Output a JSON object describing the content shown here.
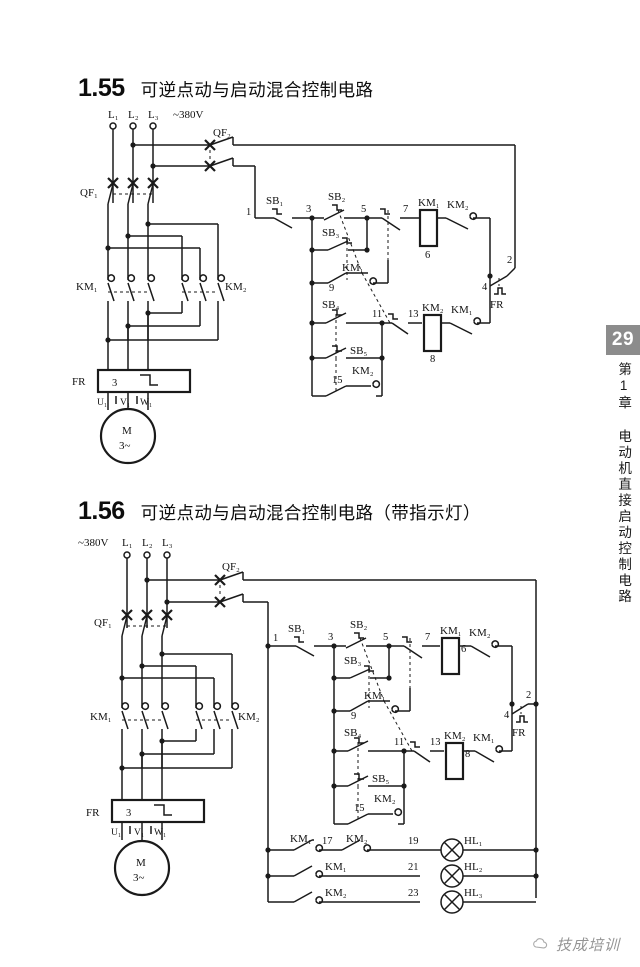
{
  "page": {
    "number": "29",
    "chapter_label": "第1章 电动机直接启动控制电路",
    "background": "#ffffff",
    "ink_color": "#111111",
    "tab_color": "#8c8c8c"
  },
  "footer": {
    "watermark_text": "技成培训",
    "logo_name": "cloud-logo"
  },
  "sections": [
    {
      "number": "1.55",
      "title": "可逆点动与启动混合控制电路"
    },
    {
      "number": "1.56",
      "title": "可逆点动与启动混合控制电路（带指示灯）"
    }
  ],
  "diagram_155": {
    "supply": {
      "voltage": "~380V",
      "phases": [
        "L₁",
        "L₂",
        "L₃"
      ]
    },
    "power_section": {
      "breaker_main": "QF₁",
      "breaker_control": "QF₂",
      "contactor_forward": "KM₁",
      "contactor_reverse": "KM₂",
      "overload_relay": "FR",
      "overload_relay_number": "3",
      "motor_terminals": [
        "U₁",
        "V₁",
        "W₁"
      ],
      "motor_label": "M",
      "motor_sub": "3~"
    },
    "control_section": {
      "wire_numbers": [
        "1",
        "3",
        "5",
        "7",
        "6",
        "2",
        "4",
        "9",
        "11",
        "13",
        "8",
        "15"
      ],
      "buttons": [
        "SB₁",
        "SB₂",
        "SB₃",
        "SB₄",
        "SB₅"
      ],
      "coils": [
        "KM₁",
        "KM₂"
      ],
      "interlock_contacts": [
        "KM₂",
        "KM₁",
        "KM₁",
        "KM₂"
      ],
      "protection": "FR"
    }
  },
  "diagram_156": {
    "supply": {
      "voltage": "~380V",
      "phases": [
        "L₁",
        "L₂",
        "L₃"
      ]
    },
    "power_section": {
      "breaker_main": "QF₁",
      "breaker_control": "QF₂",
      "contactor_forward": "KM₁",
      "contactor_reverse": "KM₂",
      "overload_relay": "FR",
      "overload_relay_number": "3",
      "motor_terminals": [
        "U₁",
        "V₁",
        "W₁"
      ],
      "motor_label": "M",
      "motor_sub": "3~"
    },
    "control_section": {
      "wire_numbers": [
        "1",
        "3",
        "5",
        "7",
        "6",
        "2",
        "4",
        "9",
        "11",
        "13",
        "8",
        "15"
      ],
      "buttons": [
        "SB₁",
        "SB₂",
        "SB₃",
        "SB₄",
        "SB₅"
      ],
      "coils": [
        "KM₁",
        "KM₂"
      ],
      "protection": "FR"
    },
    "lamp_section": {
      "rows": [
        {
          "contacts": [
            "KM₁",
            "KM₂"
          ],
          "wire_number": "17",
          "lamp_wire": "19",
          "lamp": "HL₁"
        },
        {
          "contacts": [
            "KM₁"
          ],
          "wire_number": "",
          "lamp_wire": "21",
          "lamp": "HL₂"
        },
        {
          "contacts": [
            "KM₂"
          ],
          "wire_number": "",
          "lamp_wire": "23",
          "lamp": "HL₃"
        }
      ]
    }
  }
}
